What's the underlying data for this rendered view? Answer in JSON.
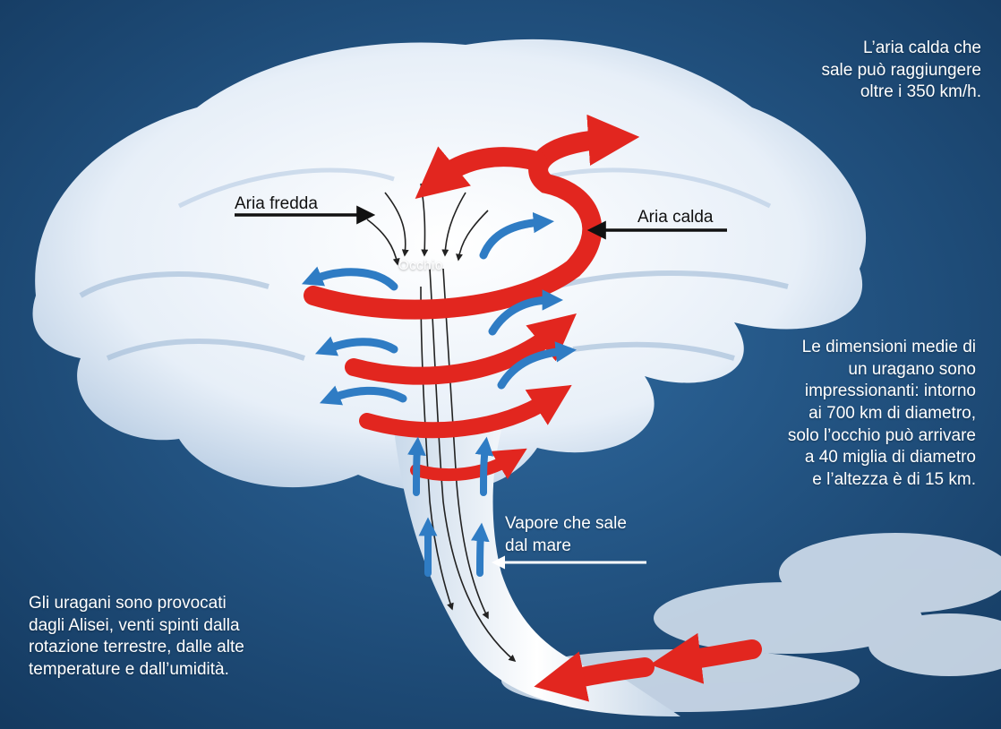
{
  "labels": {
    "cold_air": "Aria fredda",
    "warm_air": "Aria calda",
    "eye": "Occhio",
    "vapor": "Vapore che sale\ndal mare"
  },
  "notes": {
    "top_right": "L’aria calda che\nsale può raggiungere\noltre i 350 km/h.",
    "right": "Le dimensioni medie di\nun uragano sono\nimpressionanti: intorno\nai 700 km di diametro,\nsolo l’occhio può arrivare\na 40 miglia di diametro\ne l’altezza è di 15 km.",
    "bottom_left": "Gli uragani sono provocati\ndagli Alisei, venti spinti dalla\nrotazione terrestre, dalle alte\ntemperature e dall’umidità."
  },
  "colors": {
    "sky": "#1b4a78",
    "cloud": "#eef4fb",
    "warm_arrow": "#e2261f",
    "cool_arrow": "#2f7cc4",
    "pointer_dark": "#111111",
    "pointer_light": "#ffffff"
  }
}
